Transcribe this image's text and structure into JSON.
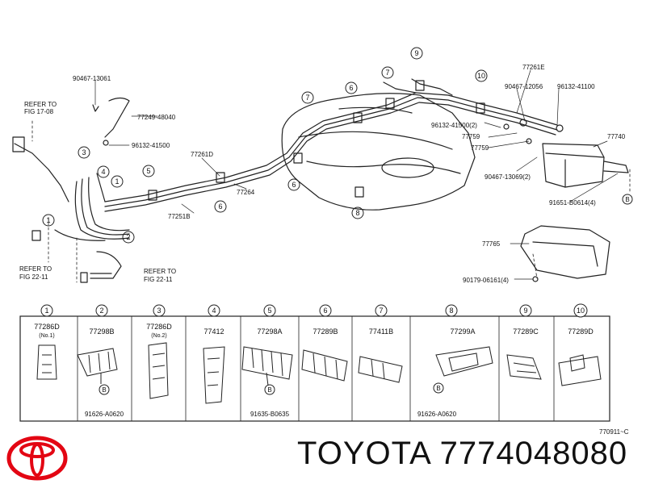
{
  "brand_text": "TOYOTA 7774048080",
  "diagram_code": "770911~C",
  "refs": [
    {
      "line1": "REFER TO",
      "line2": "FIG 17-08"
    },
    {
      "line1": "REFER TO",
      "line2": "FIG 22-11"
    },
    {
      "line1": "REFER TO",
      "line2": "FIG 22-11"
    }
  ],
  "part_labels": [
    "90467-13061",
    "77249-48040",
    "96132-41500",
    "77261D",
    "77264",
    "77251B",
    "77261E",
    "90467-12056",
    "96132-41100",
    "96132-41500(2)",
    "77759",
    "77759",
    "77740",
    "90467-13069(2)",
    "91651-B0614(4)",
    "77765",
    "90179-06161(4)"
  ],
  "callout_numbers": [
    "9",
    "7",
    "6",
    "10",
    "7",
    "3",
    "4",
    "1",
    "5",
    "6",
    "6",
    "8",
    "1",
    "2"
  ],
  "badge": "B",
  "legend": [
    {
      "num": "1",
      "part": "77286D",
      "sub": "(No.1)",
      "bolt": ""
    },
    {
      "num": "2",
      "part": "77298B",
      "sub": "",
      "bolt": "91626-A0620"
    },
    {
      "num": "3",
      "part": "77286D",
      "sub": "(No.2)",
      "bolt": ""
    },
    {
      "num": "4",
      "part": "77412",
      "sub": "",
      "bolt": ""
    },
    {
      "num": "5",
      "part": "77298A",
      "sub": "",
      "bolt": "91635-B0635"
    },
    {
      "num": "6",
      "part": "77289B",
      "sub": "",
      "bolt": ""
    },
    {
      "num": "7",
      "part": "77411B",
      "sub": "",
      "bolt": ""
    },
    {
      "num": "8",
      "part": "77299A",
      "sub": "",
      "bolt": "91626-A0620"
    },
    {
      "num": "9",
      "part": "77289C",
      "sub": "",
      "bolt": ""
    },
    {
      "num": "10",
      "part": "77289D",
      "sub": "",
      "bolt": ""
    }
  ]
}
